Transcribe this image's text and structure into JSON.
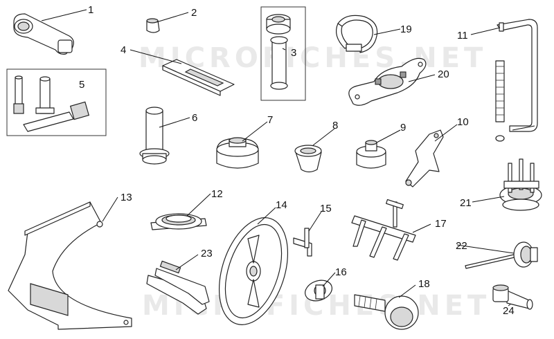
{
  "diagram": {
    "watermark": "MICROFICHES.NET",
    "callouts": [
      "1",
      "2",
      "3",
      "4",
      "5",
      "6",
      "7",
      "8",
      "9",
      "10",
      "11",
      "12",
      "13",
      "14",
      "15",
      "16",
      "17",
      "18",
      "19",
      "20",
      "21",
      "22",
      "23",
      "24"
    ]
  }
}
